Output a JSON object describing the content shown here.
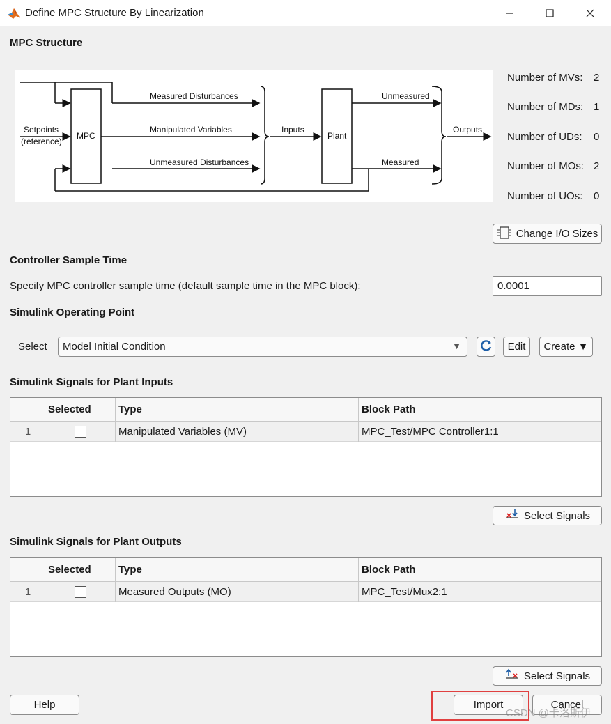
{
  "window": {
    "title": "Define MPC Structure By Linearization"
  },
  "mpc_structure": {
    "heading": "MPC Structure",
    "diagram": {
      "setpoints": "Setpoints",
      "reference": "(reference)",
      "mpc": "MPC",
      "measured_disturbances": "Measured Disturbances",
      "manipulated_variables": "Manipulated Variables",
      "unmeasured_disturbances": "Unmeasured Disturbances",
      "inputs": "Inputs",
      "plant": "Plant",
      "unmeasured": "Unmeasured",
      "measured": "Measured",
      "outputs": "Outputs"
    },
    "counts": [
      {
        "label": "Number of MVs:",
        "value": "2"
      },
      {
        "label": "Number of MDs:",
        "value": "1"
      },
      {
        "label": "Number of UDs:",
        "value": "0"
      },
      {
        "label": "Number of MOs:",
        "value": "2"
      },
      {
        "label": "Number of UOs:",
        "value": "0"
      }
    ],
    "change_io_button": "Change I/O Sizes"
  },
  "sample_time": {
    "heading": "Controller Sample Time",
    "label": "Specify MPC controller sample time (default sample time in the MPC block):",
    "value": "0.0001"
  },
  "operating_point": {
    "heading": "Simulink Operating Point",
    "select_label": "Select",
    "selected_option": "Model Initial Condition",
    "edit_button": "Edit",
    "create_button": "Create ▼"
  },
  "plant_inputs": {
    "heading": "Simulink Signals for Plant Inputs",
    "columns": [
      "",
      "Selected",
      "Type",
      "Block Path"
    ],
    "rows": [
      {
        "index": "1",
        "type": "Manipulated Variables (MV)",
        "block_path": "MPC_Test/MPC Controller1:1"
      }
    ],
    "select_button": "Select Signals"
  },
  "plant_outputs": {
    "heading": "Simulink Signals for Plant Outputs",
    "columns": [
      "",
      "Selected",
      "Type",
      "Block Path"
    ],
    "rows": [
      {
        "index": "1",
        "type": "Measured Outputs (MO)",
        "block_path": "MPC_Test/Mux2:1"
      }
    ],
    "select_button": "Select Signals"
  },
  "footer": {
    "help_button": "Help",
    "import_button": "Import",
    "cancel_button": "Cancel",
    "watermark": "CSDN @卡洛斯伊"
  },
  "colors": {
    "highlight": "#e04040",
    "matlab_orange": "#e16d1d"
  }
}
